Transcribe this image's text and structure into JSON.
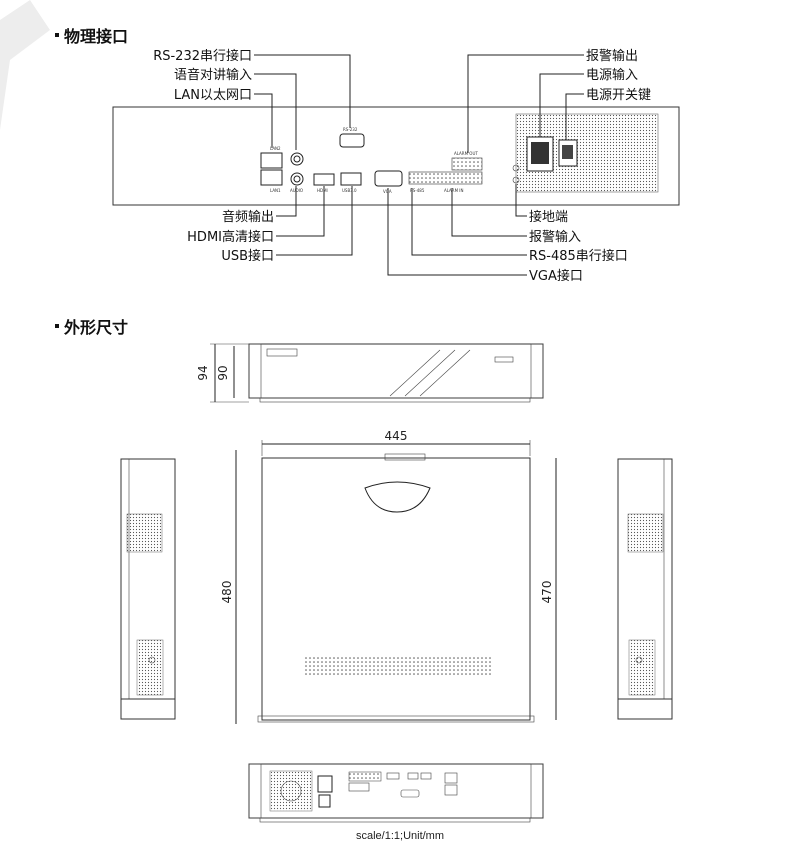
{
  "sections": {
    "interfaces_title": "物理接口",
    "dimensions_title": "外形尺寸"
  },
  "labels_left": [
    "RS-232串行接口",
    "语音对讲输入",
    "LAN以太网口"
  ],
  "labels_right_top": [
    "报警输出",
    "电源输入",
    "电源开关键"
  ],
  "labels_bottom_left": [
    "音频输出",
    "HDMI高清接口",
    "USB接口"
  ],
  "labels_bottom_right": [
    "接地端",
    "报警输入",
    "RS-485串行接口",
    "VGA接口"
  ],
  "panel_marks": {
    "lan2": "LAN2",
    "lan1": "LAN1",
    "audio": "AUDIO",
    "hdmi": "HDMI",
    "usb": "USB3.0",
    "vga": "VGA",
    "rs232": "RS-232",
    "rs485": "RS-485",
    "alarm_out": "ALARM OUT",
    "alarm_in": "ALARM IN"
  },
  "dimensions": {
    "height_outer": "94",
    "height_inner": "90",
    "width": "445",
    "depth_outer": "480",
    "depth_inner": "470"
  },
  "caption": "scale/1:1;Unit/mm"
}
